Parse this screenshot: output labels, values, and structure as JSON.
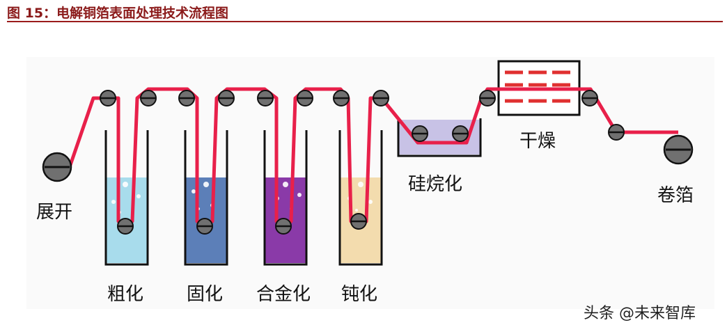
{
  "header": {
    "title": "图 15：电解铜箔表面处理技术流程图"
  },
  "stages": {
    "unwind": "展开",
    "roughening": "粗化",
    "curing": "固化",
    "alloying": "合金化",
    "passivation": "钝化",
    "silane": "硅烷化",
    "drying": "干燥",
    "rewind": "卷箔"
  },
  "watermark": "头条 @未来智库",
  "colors": {
    "foil": "#e8204a",
    "roughening_liquid": "#a8dcec",
    "curing_liquid": "#5c7fb8",
    "alloying_liquid": "#8a3aa8",
    "passivation_liquid": "#f3dcae",
    "silane_liquid": "#c8c2e6",
    "dryer_heater": "#e03030",
    "roller": "#707070"
  }
}
